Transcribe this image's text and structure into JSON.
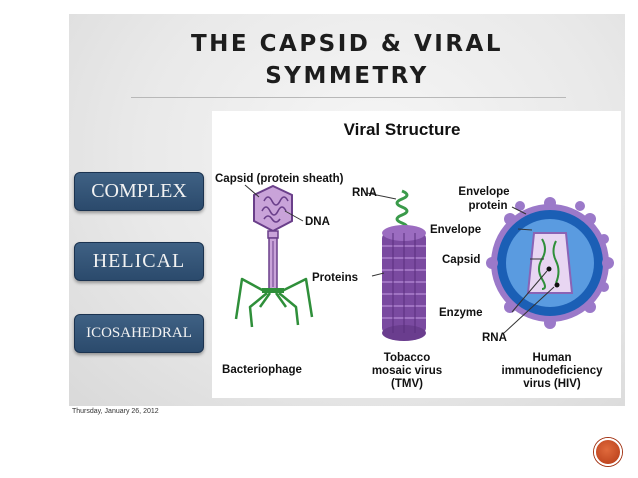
{
  "slide": {
    "title_line1": "THE CAPSID & VIRAL",
    "title_line2": "SYMMETRY",
    "date": "Thursday, January 26, 2012"
  },
  "buttons": {
    "complex": "COMPLEX",
    "helical": "HELICAL",
    "icosahedral": "ICOSAHEDRAL"
  },
  "figure": {
    "heading": "Viral Structure",
    "labels": {
      "capsid_sheath": "Capsid (protein sheath)",
      "dna": "DNA",
      "rna_top": "RNA",
      "proteins": "Proteins",
      "envelope_protein_1": "Envelope",
      "envelope_protein_2": "protein",
      "envelope": "Envelope",
      "capsid": "Capsid",
      "enzyme": "Enzyme",
      "rna_bottom": "RNA"
    },
    "captions": {
      "bacteriophage": "Bacteriophage",
      "tmv_1": "Tobacco",
      "tmv_2": "mosaic virus",
      "tmv_3": "(TMV)",
      "hiv_1": "Human",
      "hiv_2": "immunodeficiency",
      "hiv_3": "virus (HIV)"
    }
  },
  "colors": {
    "button_bg": "#34557a",
    "phage_head": "#c9a3d9",
    "phage_tail": "#2f8f3a",
    "tmv_purple": "#7a4aa0",
    "rna_green": "#3a9a4a",
    "hiv_blue": "#1b5fb5",
    "nav_orange": "#c84a22"
  }
}
